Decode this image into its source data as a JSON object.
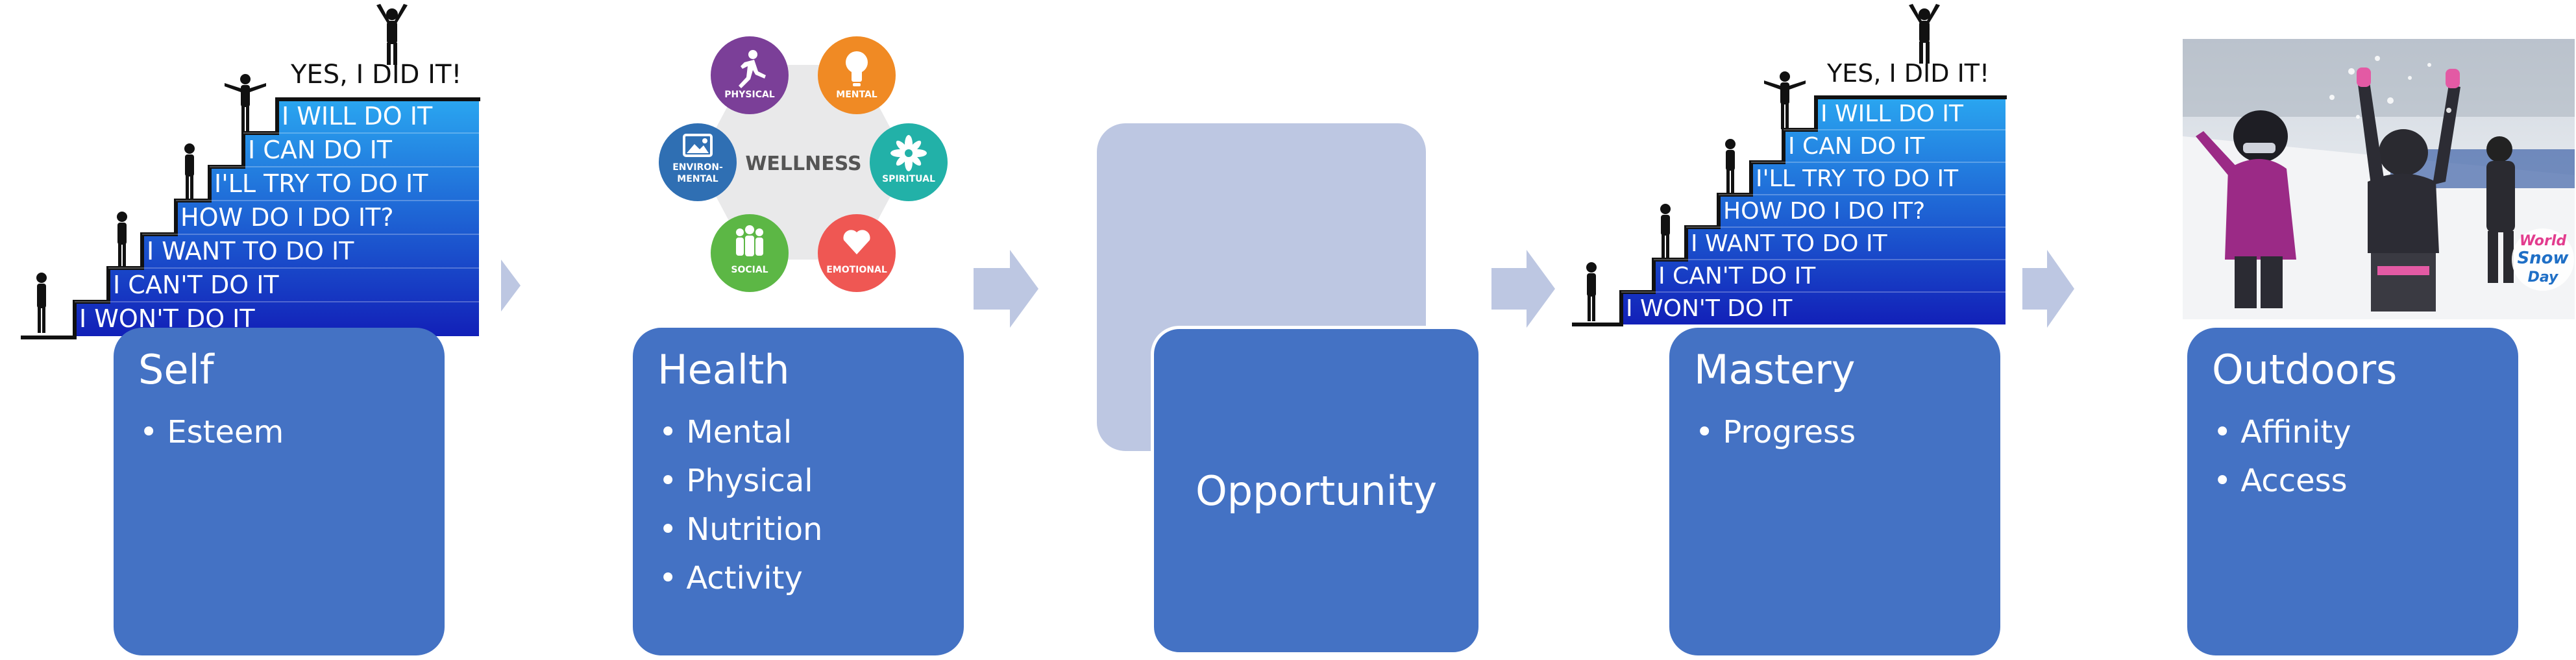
{
  "stairs": {
    "top": "YES, I DID IT!",
    "steps": [
      "I WON'T DO IT",
      "I CAN'T DO IT",
      "I WANT TO DO IT",
      "HOW DO I DO IT?",
      "I'LL TRY TO DO IT",
      "I CAN DO IT",
      "I WILL DO IT"
    ]
  },
  "wellness": {
    "center": "WELLNESS",
    "dims": [
      "PHYSICAL",
      "MENTAL",
      "SPIRITUAL",
      "EMOTIONAL",
      "SOCIAL",
      "ENVIRON-",
      "MENTAL"
    ]
  },
  "snow_badge": [
    "World",
    "Snow",
    "Day"
  ],
  "boxes": [
    {
      "title": "Self",
      "items": [
        "Esteem"
      ]
    },
    {
      "title": "Health",
      "items": [
        "Mental",
        "Physical",
        "Nutrition",
        "Activity"
      ]
    },
    {
      "title": "Opportunity"
    },
    {
      "title": "Mastery",
      "items": [
        "Progress"
      ]
    },
    {
      "title": "Outdoors",
      "items": [
        "Affinity",
        "Access"
      ]
    }
  ],
  "colors": {
    "box": "#4472c4",
    "ghost": "#bdc7e2",
    "arrow": "#bdc7e2",
    "physical": "#7b3f98",
    "mental": "#f08a24",
    "spiritual": "#22b1a8",
    "emotional": "#ef5753",
    "social": "#5cb745",
    "environmental": "#2f6fb3"
  }
}
